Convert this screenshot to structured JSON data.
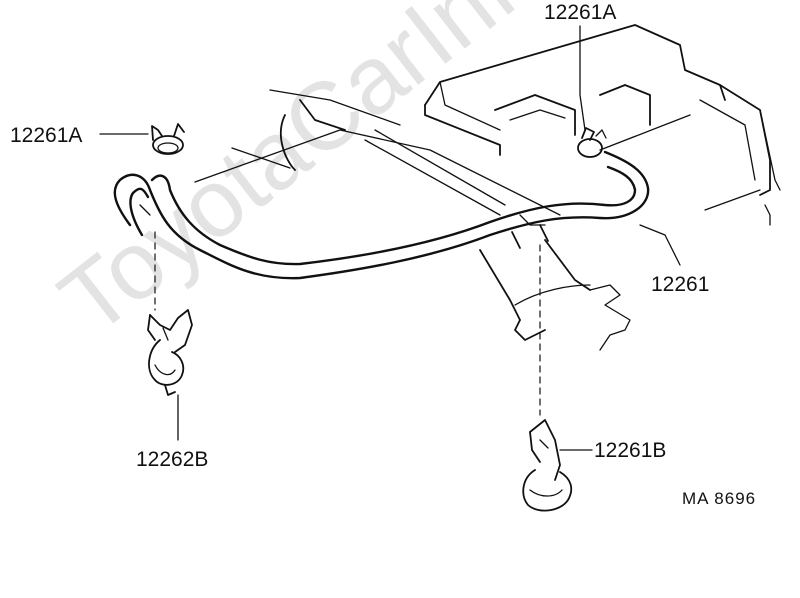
{
  "watermark": "ToyotaCarInfo.ru",
  "labels": {
    "clamp_top": "12261A",
    "clamp_left": "12261A",
    "hose": "12261",
    "clip_left": "12262B",
    "clip_right": "12261B"
  },
  "reference_code": "MA  8696"
}
